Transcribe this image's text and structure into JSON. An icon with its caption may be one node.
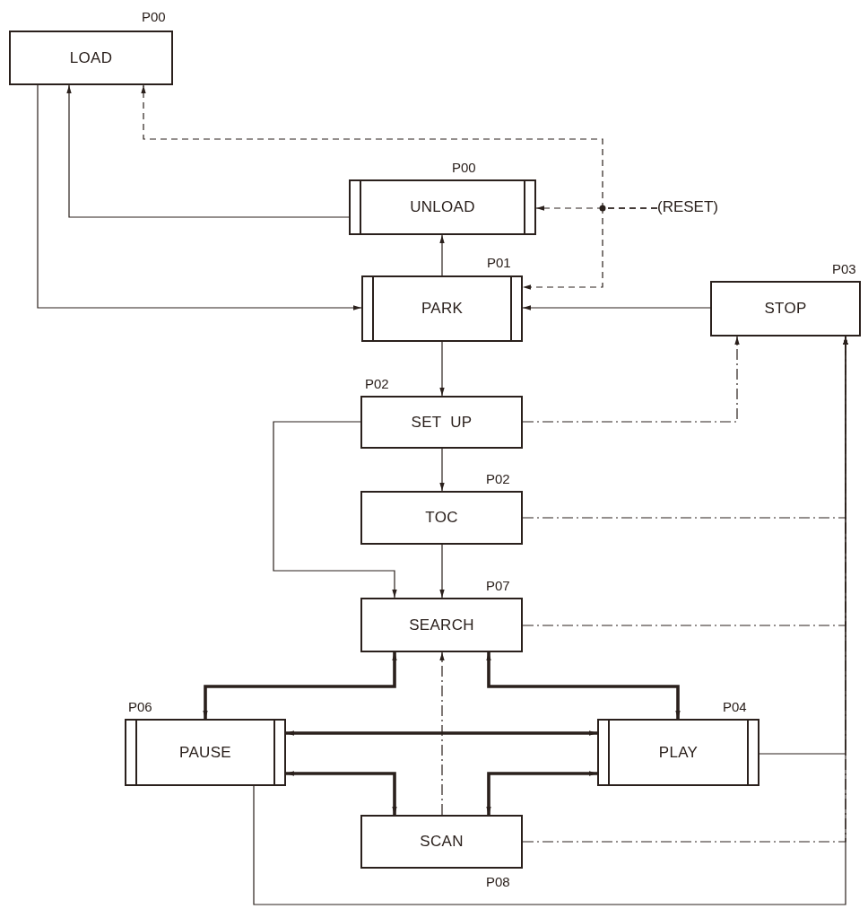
{
  "diagram": {
    "nodes": [
      {
        "text": [
          "LOAD"
        ],
        "beside": [
          "P00"
        ]
      },
      {
        "text": [
          "UNLOAD"
        ],
        "beside": [
          "P00"
        ]
      },
      {
        "text": [
          "PARK"
        ],
        "beside": [
          "P01"
        ]
      },
      {
        "text": [
          "STOP"
        ],
        "beside": [
          "P03"
        ]
      },
      {
        "text": [
          "SET  UP"
        ],
        "beside": [
          "P02"
        ]
      },
      {
        "text": [
          "TOC"
        ],
        "beside": [
          "P02"
        ]
      },
      {
        "text": [
          "SEARCH"
        ],
        "beside": [
          "P07"
        ]
      },
      {
        "text": [
          "PAUSE"
        ],
        "beside": [
          "P06"
        ]
      },
      {
        "text": [
          "PLAY"
        ],
        "beside": [
          "P04"
        ]
      },
      {
        "text": [
          "SCAN"
        ],
        "beside": [
          "P08"
        ]
      },
      {
        "text": [
          "(RESET)"
        ]
      }
    ],
    "edges": [
      {
        "from": 0,
        "to": 2,
        "arrow": "to"
      },
      {
        "from": 1,
        "to": 0,
        "arrow": "to"
      },
      {
        "from": 10,
        "to": 1,
        "arrow": "to",
        "style": "dashed"
      },
      {
        "from": 10,
        "to": 2,
        "arrow": "to",
        "style": "dashed"
      },
      {
        "from": 10,
        "to": 0,
        "arrow": "to",
        "style": "dashed"
      },
      {
        "from": 2,
        "to": 1,
        "arrow": "to"
      },
      {
        "from": 3,
        "to": 2,
        "arrow": "to"
      },
      {
        "from": 2,
        "to": 4,
        "arrow": "to"
      },
      {
        "from": 4,
        "to": 3,
        "arrow": "to",
        "style": "dashed"
      },
      {
        "from": 4,
        "to": 5,
        "arrow": "to"
      },
      {
        "from": 4,
        "to": 6,
        "arrow": "to"
      },
      {
        "from": 5,
        "to": 6,
        "arrow": "to"
      },
      {
        "from": 5,
        "to": 3,
        "arrow": "to",
        "style": "dashed"
      },
      {
        "from": 6,
        "to": 3,
        "arrow": "to",
        "style": "dashed"
      },
      {
        "from": 6,
        "to": 7,
        "arrow": "both",
        "style": "thick"
      },
      {
        "from": 6,
        "to": 8,
        "arrow": "both",
        "style": "thick"
      },
      {
        "from": 7,
        "to": 8,
        "arrow": "both",
        "style": "thick"
      },
      {
        "from": 7,
        "to": 9,
        "arrow": "both",
        "style": "thick"
      },
      {
        "from": 8,
        "to": 9,
        "arrow": "both",
        "style": "thick"
      },
      {
        "from": 9,
        "to": 6,
        "arrow": "to",
        "style": "dashed"
      },
      {
        "from": 8,
        "to": 3,
        "arrow": "to"
      },
      {
        "from": 9,
        "to": 3,
        "arrow": "to",
        "style": "dashed"
      },
      {
        "from": 7,
        "to": 3,
        "arrow": "to"
      }
    ]
  }
}
